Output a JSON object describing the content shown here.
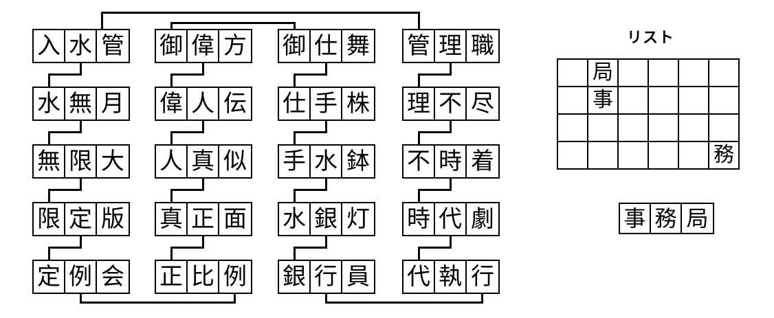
{
  "puzzle": {
    "type": "kanji-shiritori-chain",
    "columns": [
      {
        "id": "column-1",
        "words": [
          {
            "chars": [
              "入",
              "水",
              "管"
            ],
            "text": "入水管"
          },
          {
            "chars": [
              "水",
              "無",
              "月"
            ],
            "text": "水無月"
          },
          {
            "chars": [
              "無",
              "限",
              "大"
            ],
            "text": "無限大"
          },
          {
            "chars": [
              "限",
              "定",
              "版"
            ],
            "text": "限定版"
          },
          {
            "chars": [
              "定",
              "例",
              "会"
            ],
            "text": "定例会"
          }
        ]
      },
      {
        "id": "column-2",
        "words": [
          {
            "chars": [
              "御",
              "偉",
              "方"
            ],
            "text": "御偉方"
          },
          {
            "chars": [
              "偉",
              "人",
              "伝"
            ],
            "text": "偉人伝"
          },
          {
            "chars": [
              "人",
              "真",
              "似"
            ],
            "text": "人真似"
          },
          {
            "chars": [
              "真",
              "正",
              "面"
            ],
            "text": "真正面"
          },
          {
            "chars": [
              "正",
              "比",
              "例"
            ],
            "text": "正比例"
          }
        ]
      },
      {
        "id": "column-3",
        "words": [
          {
            "chars": [
              "御",
              "仕",
              "舞"
            ],
            "text": "御仕舞"
          },
          {
            "chars": [
              "仕",
              "手",
              "株"
            ],
            "text": "仕手株"
          },
          {
            "chars": [
              "手",
              "水",
              "鉢"
            ],
            "text": "手水鉢"
          },
          {
            "chars": [
              "水",
              "銀",
              "灯"
            ],
            "text": "水銀灯"
          },
          {
            "chars": [
              "銀",
              "行",
              "員"
            ],
            "text": "銀行員"
          }
        ]
      },
      {
        "id": "column-4",
        "words": [
          {
            "chars": [
              "管",
              "理",
              "職"
            ],
            "text": "管理職"
          },
          {
            "chars": [
              "理",
              "不",
              "尽"
            ],
            "text": "理不尽"
          },
          {
            "chars": [
              "不",
              "時",
              "着"
            ],
            "text": "不時着"
          },
          {
            "chars": [
              "時",
              "代",
              "劇"
            ],
            "text": "時代劇"
          },
          {
            "chars": [
              "代",
              "執",
              "行"
            ],
            "text": "代執行"
          }
        ]
      }
    ]
  },
  "list_panel": {
    "title": "リスト",
    "grid": {
      "rows": 4,
      "cols": 6,
      "cells": [
        [
          "",
          "局",
          "",
          "",
          "",
          ""
        ],
        [
          "",
          "事",
          "",
          "",
          "",
          ""
        ],
        [
          "",
          "",
          "",
          "",
          "",
          ""
        ],
        [
          "",
          "",
          "",
          "",
          "",
          "務"
        ]
      ]
    }
  },
  "answer": {
    "chars": [
      "事",
      "務",
      "局"
    ],
    "text": "事務局"
  },
  "colors": {
    "ink": "#000000",
    "paper": "#ffffff"
  }
}
